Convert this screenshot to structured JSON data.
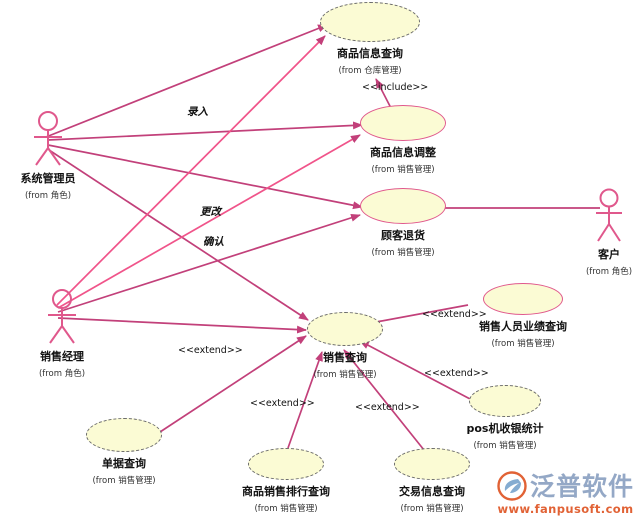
{
  "diagram": {
    "title": "UML Use Case Diagram",
    "type": "uml-use-case",
    "colors": {
      "ellipse_fill": "#fbfbd4",
      "ellipse_solid_stroke": "#e0588c",
      "ellipse_dashed_stroke": "#6a6a6a",
      "association_line": "#c2407a",
      "actor_stroke": "#e0588c",
      "background": "#ffffff",
      "watermark_text": "#8fa4c4",
      "watermark_url": "#e05a2b"
    }
  },
  "actors": [
    {
      "id": "sysadmin",
      "name": "系统管理员",
      "from": "(from 角色)"
    },
    {
      "id": "salesmgr",
      "name": "销售经理",
      "from": "(from 角色)"
    },
    {
      "id": "customer",
      "name": "客户",
      "from": "(from 角色)"
    }
  ],
  "usecases": [
    {
      "id": "uc_goods_query",
      "name": "商品信息查询",
      "from": "(from 仓库管理)",
      "border": "dashed"
    },
    {
      "id": "uc_goods_adjust",
      "name": "商品信息调整",
      "from": "(from 销售管理)",
      "border": "solid"
    },
    {
      "id": "uc_return",
      "name": "顾客退货",
      "from": "(from 销售管理)",
      "border": "solid"
    },
    {
      "id": "uc_sales_query",
      "name": "销售查询",
      "from": "(from 销售管理)",
      "border": "dashed"
    },
    {
      "id": "uc_staff_perf",
      "name": "销售人员业绩查询",
      "from": "(from 销售管理)",
      "border": "solid"
    },
    {
      "id": "uc_pos_stat",
      "name": "pos机收银统计",
      "from": "(from 销售管理)",
      "border": "dashed"
    },
    {
      "id": "uc_bill_query",
      "name": "单据查询",
      "from": "(from 销售管理)",
      "border": "dashed"
    },
    {
      "id": "uc_rank_query",
      "name": "商品销售排行查询",
      "from": "(from 销售管理)",
      "border": "dashed"
    },
    {
      "id": "uc_trade_query",
      "name": "交易信息查询",
      "from": "(from 销售管理)",
      "border": "dashed"
    }
  ],
  "edge_labels": [
    {
      "id": "lbl_entry",
      "text": "录入"
    },
    {
      "id": "lbl_modify",
      "text": "更改"
    },
    {
      "id": "lbl_confirm",
      "text": "确认"
    }
  ],
  "stereotypes": [
    {
      "id": "st_include",
      "text": "<<include>>"
    },
    {
      "id": "st_extend_1",
      "text": "<<extend>>"
    },
    {
      "id": "st_extend_2",
      "text": "<<extend>>"
    },
    {
      "id": "st_extend_3",
      "text": "<<extend>>"
    },
    {
      "id": "st_extend_4",
      "text": "<<extend>>"
    }
  ],
  "watermark": {
    "brand": "泛普软件",
    "url": "www.fanpusoft.com"
  }
}
